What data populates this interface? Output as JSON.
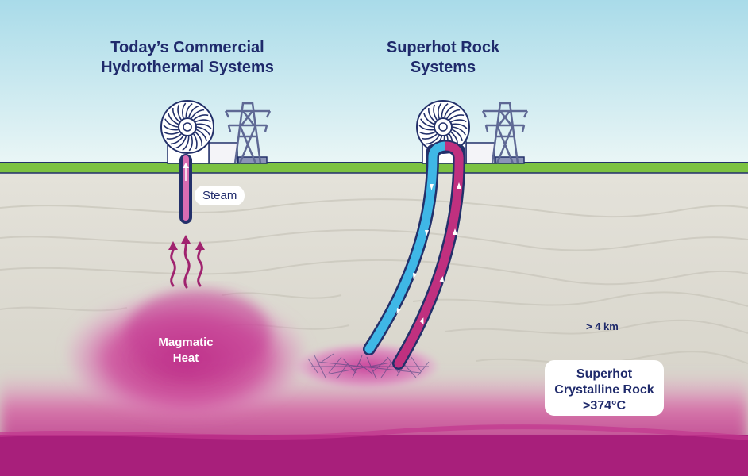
{
  "titles": {
    "conventional_line1": "Today’s Commercial",
    "conventional_line2": "Hydrothermal Systems",
    "superhot_line1": "Superhot Rock",
    "superhot_line2": "Systems"
  },
  "labels": {
    "steam": "Steam",
    "magmatic_line1": "Magmatic",
    "magmatic_line2": "Heat",
    "depth": "> 4 km",
    "rock_line1": "Superhot",
    "rock_line2": "Crystalline Rock",
    "rock_line3": ">374°C"
  },
  "icons": [
    "turbine-icon",
    "transmission-tower-icon",
    "heat-arrow-icon",
    "flow-arrow-icon"
  ],
  "colors": {
    "sky_top": "#a9dbe9",
    "grass": "#7cc242",
    "ground": "#dedcd2",
    "magma": "#c62f92",
    "hot_pipe": "#c0307f",
    "cold_pipe": "#3fb7e6",
    "text_navy": "#1f2a6b"
  }
}
